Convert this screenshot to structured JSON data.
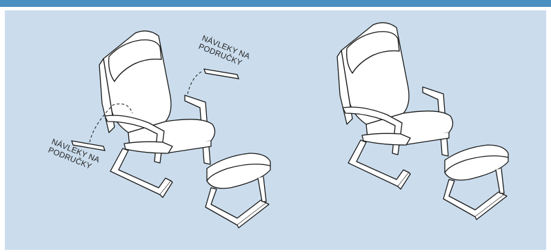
{
  "colors": {
    "header_bar": "#4a8fc1",
    "panel_background": "#cbdded",
    "line_art": "#1a1a1a",
    "fill": "#ffffff"
  },
  "labels": {
    "armrest_cover_upper": [
      "NÁVLEKY NA",
      "PODRUČKY"
    ],
    "armrest_cover_lower": [
      "NÁVLEKY NA",
      "PODRUČKY"
    ]
  },
  "figures": [
    {
      "name": "chair-with-armrest-covers",
      "icon": "recliner-chair-icon"
    },
    {
      "name": "chair-assembled",
      "icon": "recliner-chair-icon"
    }
  ]
}
